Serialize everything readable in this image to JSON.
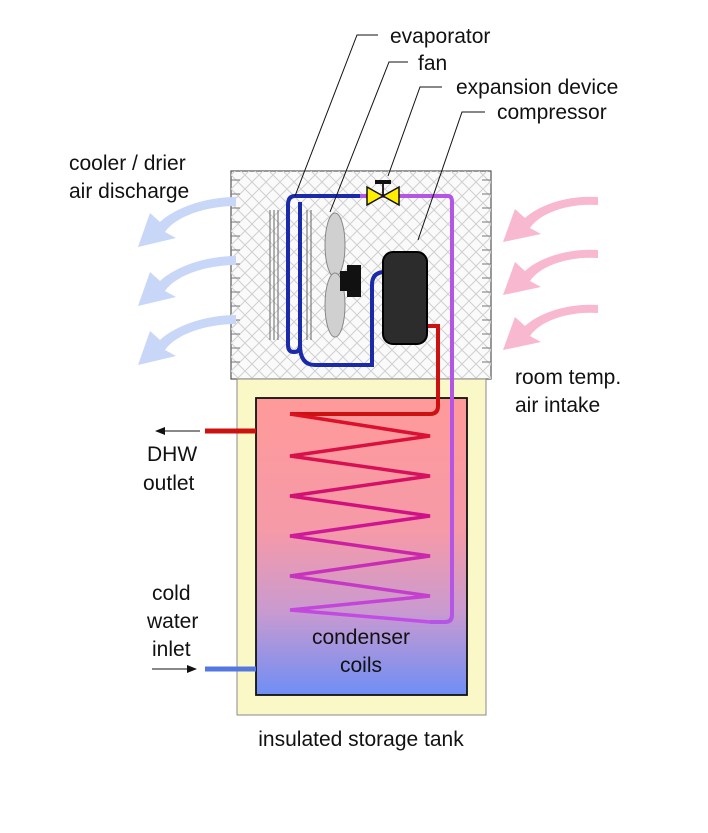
{
  "labels": {
    "evaporator": "evaporator",
    "fan": "fan",
    "expansion_device": "expansion device",
    "compressor": "compressor",
    "discharge_line1": "cooler / drier",
    "discharge_line2": "air discharge",
    "intake_line1": "room temp.",
    "intake_line2": "air intake",
    "dhw_line1": "DHW",
    "dhw_line2": "outlet",
    "cold_line1": "cold",
    "cold_line2": "water",
    "cold_line3": "inlet",
    "condenser_line1": "condenser",
    "condenser_line2": "coils",
    "tank": "insulated storage tank"
  },
  "colors": {
    "hot_pipe": "#cc1111",
    "cold_pipe": "#1a2aa8",
    "warm_gas_pipe": "#b455e6",
    "cold_inlet_pipe": "#5577e0",
    "tank_insulation": "#fbf8c8",
    "tank_water_top": "#ff9a9a",
    "tank_water_bottom": "#6f8ef5",
    "discharge_arrows": "#c8d6f8",
    "intake_arrows": "#f8b8d0",
    "compressor": "#2c2c2c",
    "expansion_valve": "#ffee00",
    "housing_hatch": "#d0d0d0"
  }
}
